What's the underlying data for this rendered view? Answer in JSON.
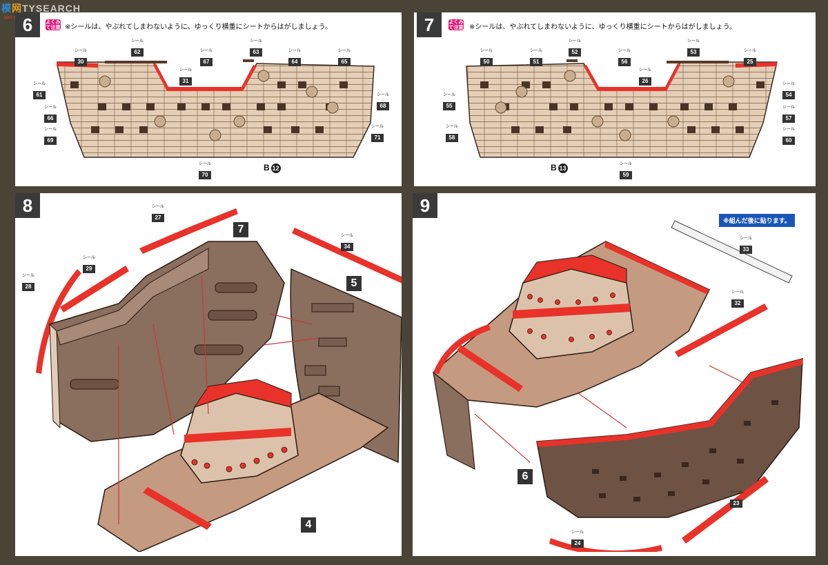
{
  "watermark": {
    "brand_a": "模",
    "brand_b": "网",
    "text": "TYSEARCH",
    "sub": "gao-shou.com"
  },
  "steps": {
    "s6": {
      "num": "6",
      "mark": "よくみて注意",
      "note": "※シールは、やぶれてしまわないように、ゆっくり横重にシートからはがしましょう。",
      "part": "B",
      "part_num": "12"
    },
    "s7": {
      "num": "7",
      "mark": "よくみて注意",
      "note": "※シールは、やぶれてしまわないように、ゆっくり横重にシートからはがしましょう。",
      "part": "B",
      "part_num": "13"
    },
    "s8": {
      "num": "8",
      "parts": [
        "7",
        "5",
        "4"
      ]
    },
    "s9": {
      "num": "9",
      "callout": "※組んだ後に貼ります。",
      "parts": [
        "6"
      ]
    }
  },
  "seal_label": "シール",
  "seals_s6": [
    "62",
    "30",
    "31",
    "67",
    "63",
    "64",
    "65",
    "61",
    "66",
    "68",
    "69",
    "71",
    "70"
  ],
  "seals_s7": [
    "50",
    "51",
    "52",
    "56",
    "53",
    "25",
    "26",
    "54",
    "55",
    "57",
    "58",
    "60",
    "59"
  ],
  "seals_s8": [
    "27",
    "29",
    "28",
    "34"
  ],
  "seals_s9": [
    "33",
    "32",
    "23",
    "24"
  ],
  "colors": {
    "seal_red": "#e8322a",
    "hull_tan": "#d9c2a8",
    "hull_dark": "#5a3a2a",
    "badge": "#3a3a3a",
    "callout_blue": "#1a56b8"
  }
}
